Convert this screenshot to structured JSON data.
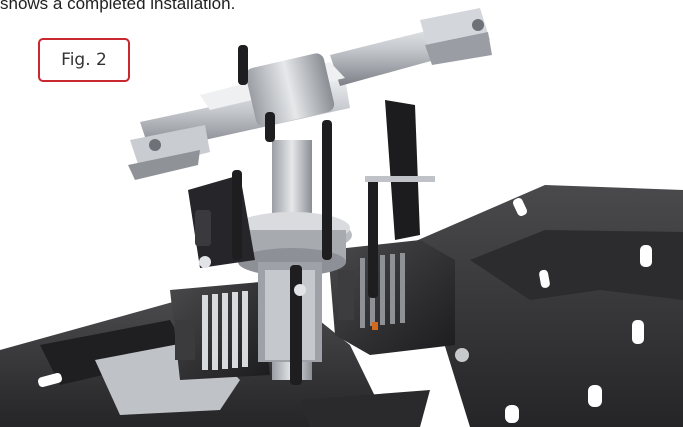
{
  "document": {
    "caption_text": "shows a completed installation.",
    "figure_label": "Fig. 2"
  },
  "illustration": {
    "subject": "helicopter rotor head assembly with servos on frame",
    "colors": {
      "frame": "#3a3a3c",
      "frame_dark": "#242426",
      "metal_light": "#d6d8dc",
      "metal_mid": "#a9adb3",
      "metal_dark": "#6e7278",
      "servo_body": "#2e2e30",
      "link_black": "#1e1e20",
      "accent_orange": "#d2691e",
      "label_border": "#c8282e"
    }
  }
}
